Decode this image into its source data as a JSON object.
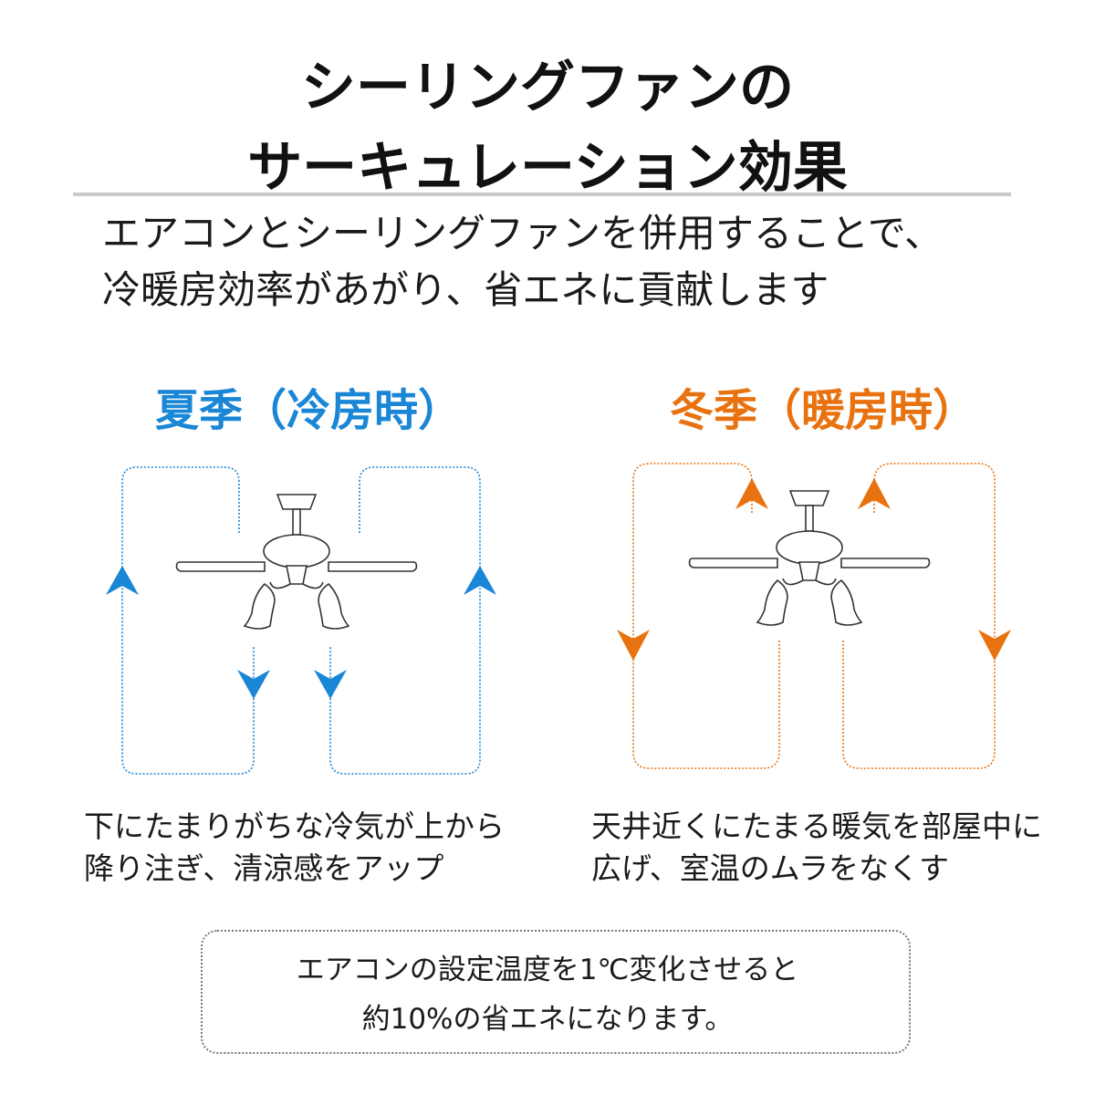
{
  "title": {
    "line1": "シーリングファンの",
    "line2": "サーキュレーション効果"
  },
  "intro": {
    "line1": "エアコンとシーリングファンを併用することで、",
    "line2": "冷暖房効率があがり、省エネに貢献します"
  },
  "summer": {
    "title": "夏季（冷房時）",
    "color": "#1a86d6",
    "caption_line1": "下にたまりがちな冷気が上から",
    "caption_line2": "降り注ぎ、清涼感をアップ"
  },
  "winter": {
    "title": "冬季（暖房時）",
    "color": "#e8720f",
    "caption_line1": "天井近くにたまる暖気を部屋中に",
    "caption_line2": "広げ、室温のムラをなくす"
  },
  "note": {
    "line1": "エアコンの設定温度を1℃変化させると",
    "line2": "約10%の省エネになります。"
  },
  "icons": [
    "ceiling-fan-icon",
    "arrow-up-icon",
    "arrow-down-icon"
  ]
}
